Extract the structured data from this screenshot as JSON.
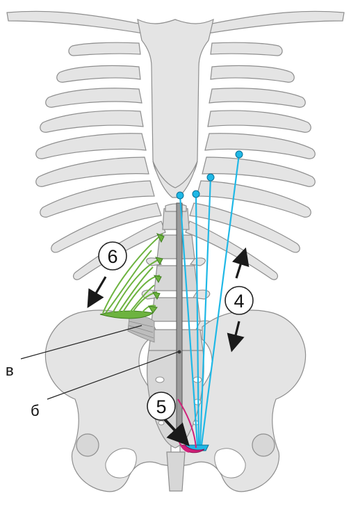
{
  "markers": {
    "m4": "4",
    "m5": "5",
    "m6": "6"
  },
  "labels": {
    "v": "в",
    "b": "б"
  },
  "colors": {
    "bone": "#e4e4e4",
    "outline": "#8e8e8e",
    "muscle_cyan": "#1fb8e6",
    "muscle_green": "#6db33f",
    "muscle_magenta": "#d0217a",
    "arrow": "#1a1a1a"
  }
}
